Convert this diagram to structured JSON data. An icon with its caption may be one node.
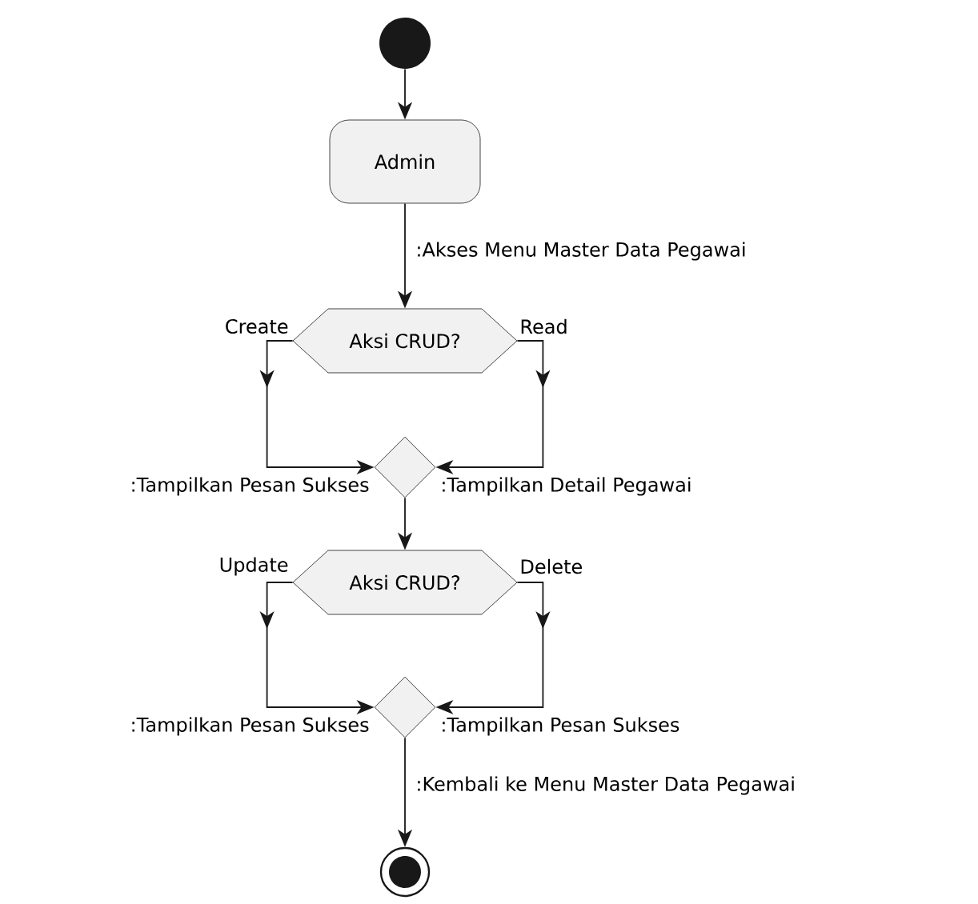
{
  "diagram": {
    "nodes": [
      {
        "text": [],
        "shape": "circle"
      },
      {
        "text": [
          "Admin"
        ]
      },
      {
        "text": [
          "Aksi CRUD?"
        ]
      },
      {
        "text": [],
        "shape": "diamond"
      },
      {
        "text": [
          "Aksi CRUD?"
        ]
      },
      {
        "text": [],
        "shape": "diamond"
      },
      {
        "text": [],
        "shape": "circle"
      }
    ],
    "edges": [
      {
        "from": 0,
        "to": 1,
        "arrow": "to"
      },
      {
        "from": 1,
        "to": 2,
        "arrow": "to",
        "label": ":Akses Menu Master Data Pegawai"
      },
      {
        "from": 2,
        "to": 3,
        "arrow": "to",
        "label": "Create"
      },
      {
        "from": 2,
        "to": 3,
        "arrow": "to",
        "label": "Read"
      },
      {
        "from": 3,
        "to": 4,
        "arrow": "to"
      },
      {
        "from": 4,
        "to": 5,
        "arrow": "to",
        "label": "Update"
      },
      {
        "from": 4,
        "to": 5,
        "arrow": "to",
        "label": "Delete"
      },
      {
        "from": 5,
        "to": 6,
        "arrow": "to",
        "label": ":Kembali ke Menu Master Data Pegawai"
      }
    ],
    "labels": [
      ":Tampilkan Pesan Sukses",
      ":Tampilkan Detail Pegawai",
      ":Tampilkan Pesan Sukses",
      ":Tampilkan Pesan Sukses"
    ]
  }
}
